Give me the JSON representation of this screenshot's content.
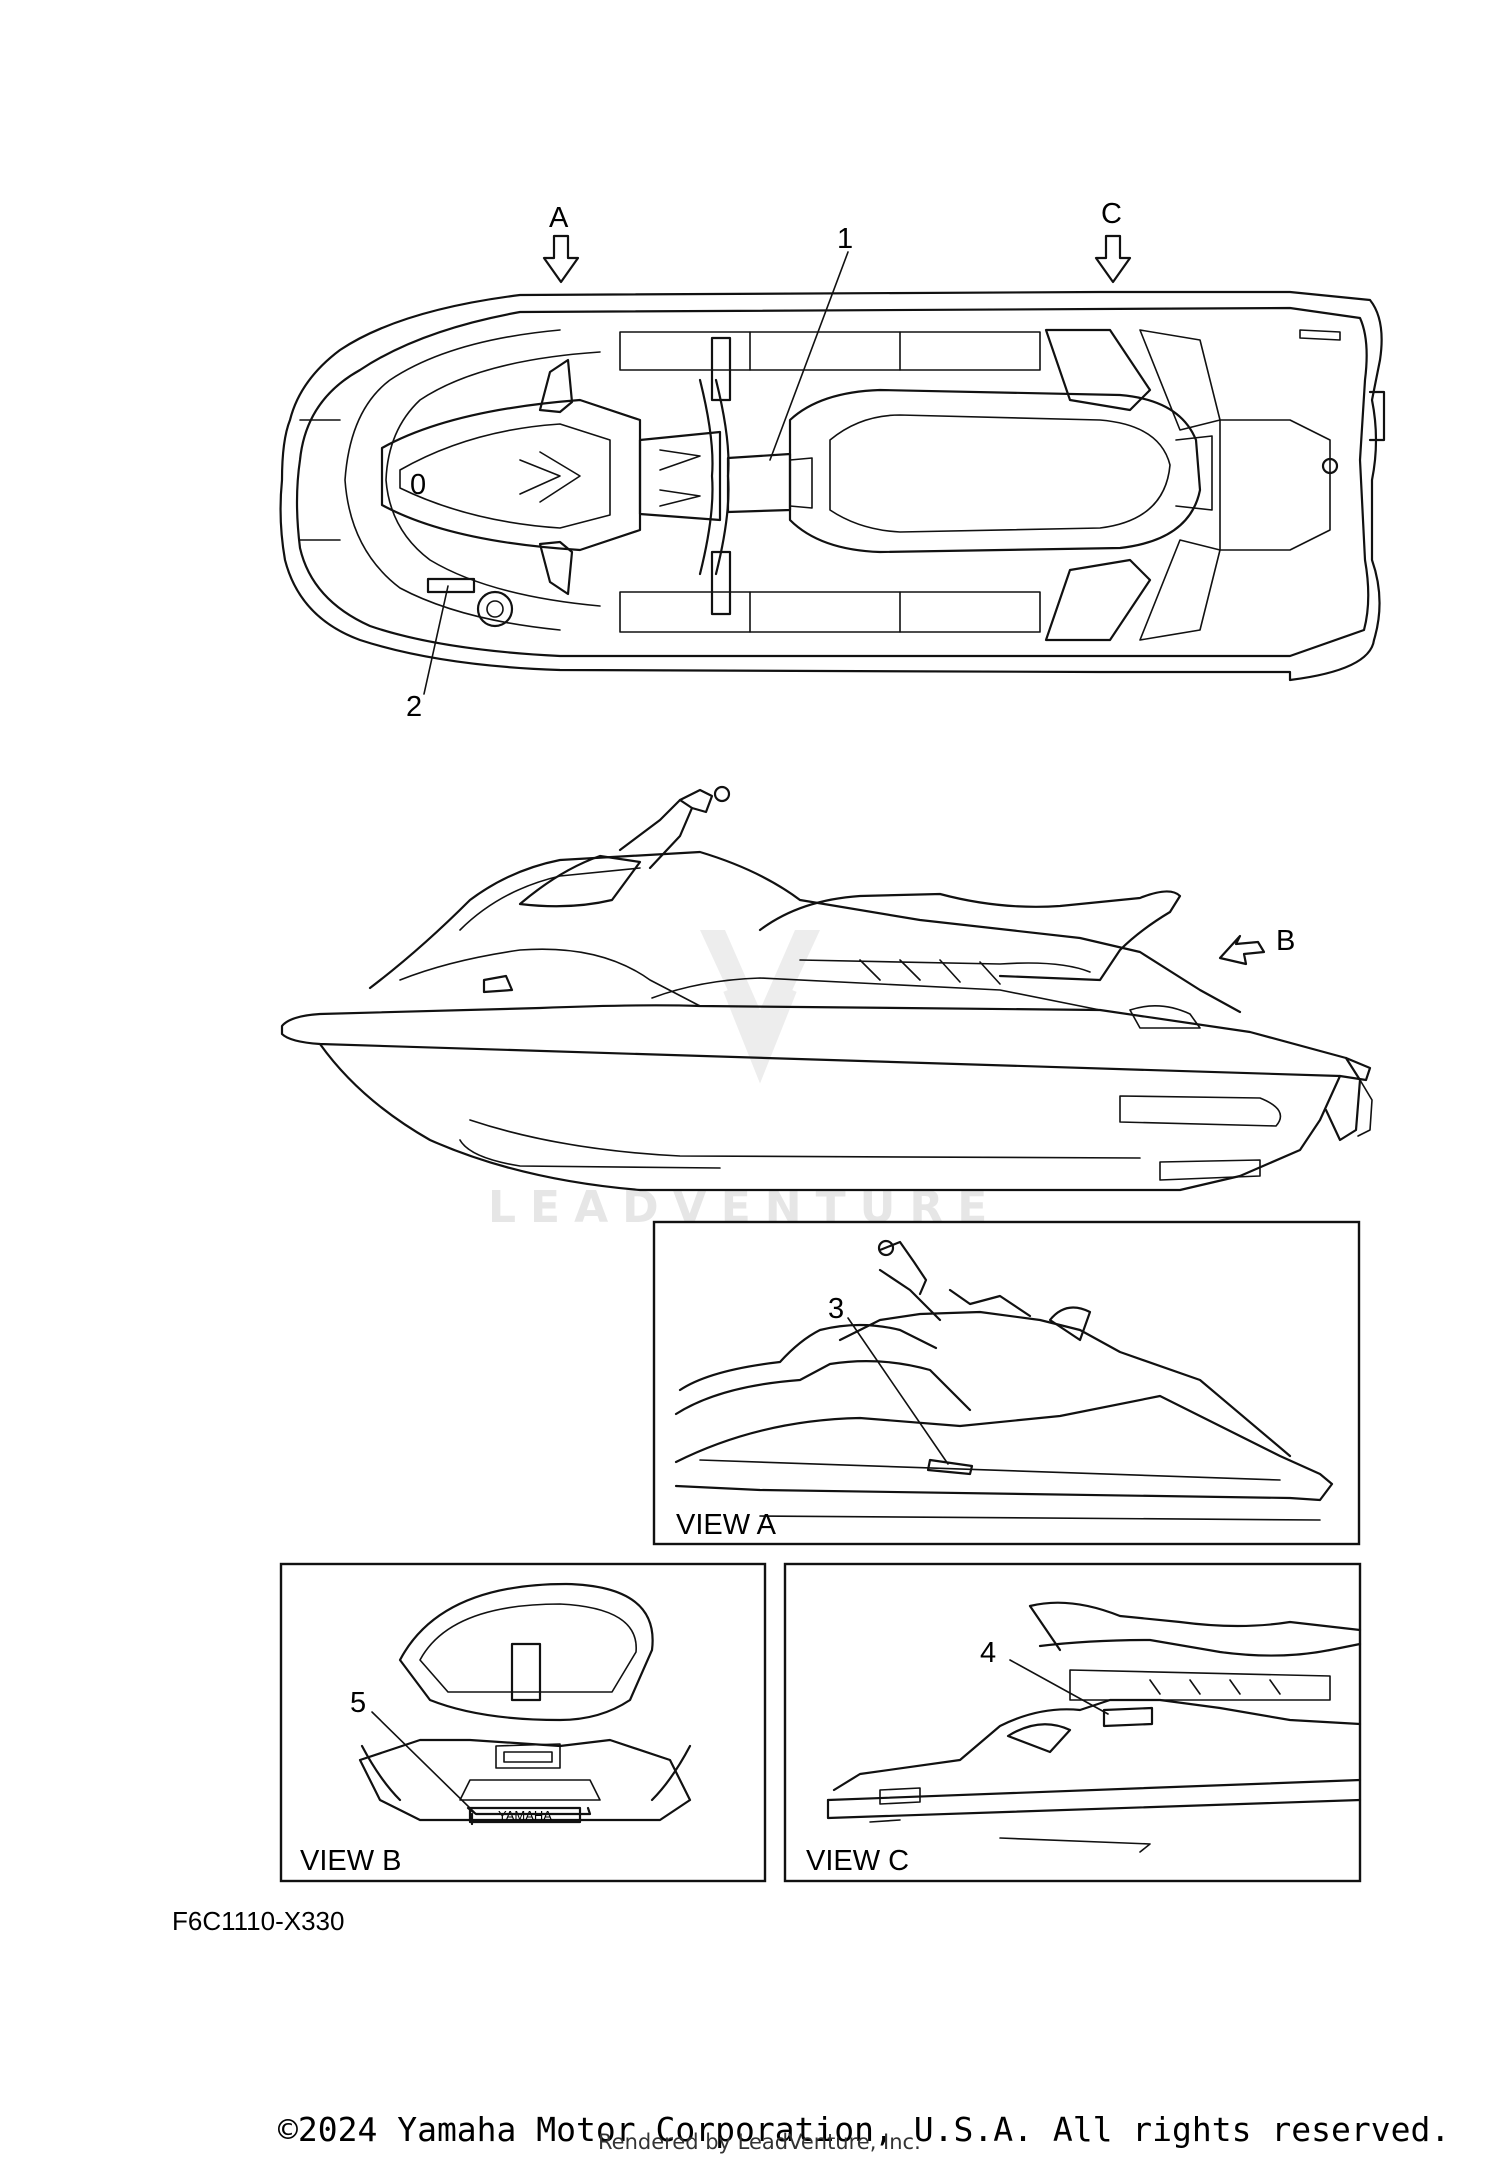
{
  "callouts": {
    "one": "1",
    "two": "2",
    "three": "3",
    "four": "4",
    "five": "5",
    "zero": "0"
  },
  "arrows": {
    "a": "A",
    "b": "B",
    "c": "C"
  },
  "views": {
    "a": "VIEW A",
    "b": "VIEW B",
    "c": "VIEW C"
  },
  "brand_plate": "YAMAHA",
  "watermark": "LEADVENTURE",
  "diagram_code": "F6C1110-X330",
  "copyright": "©2024 Yamaha Motor Corporation, U.S.A. All rights reserved.",
  "rendered_by": "Rendered by LeadVenture, Inc."
}
